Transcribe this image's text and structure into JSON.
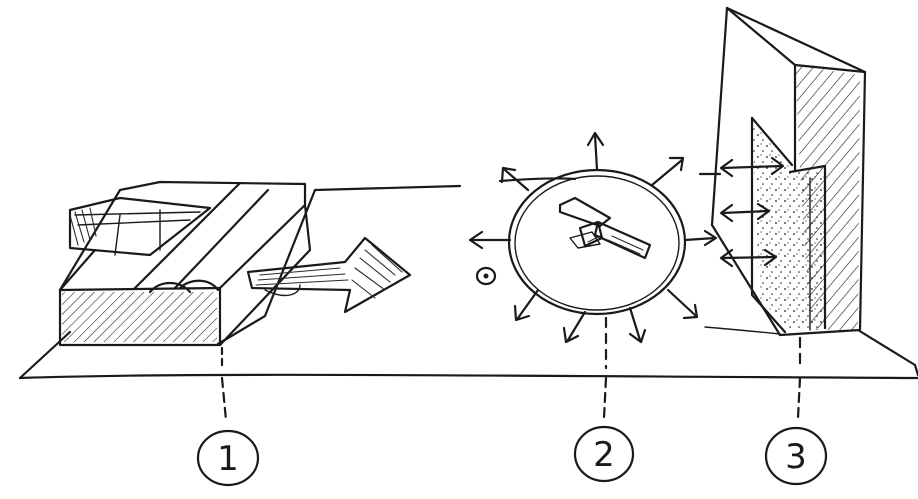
{
  "labels": {
    "one": "1",
    "two": "2",
    "three": "3"
  },
  "colors": {
    "ink": "#1a1a1a",
    "paper": "#ffffff"
  }
}
